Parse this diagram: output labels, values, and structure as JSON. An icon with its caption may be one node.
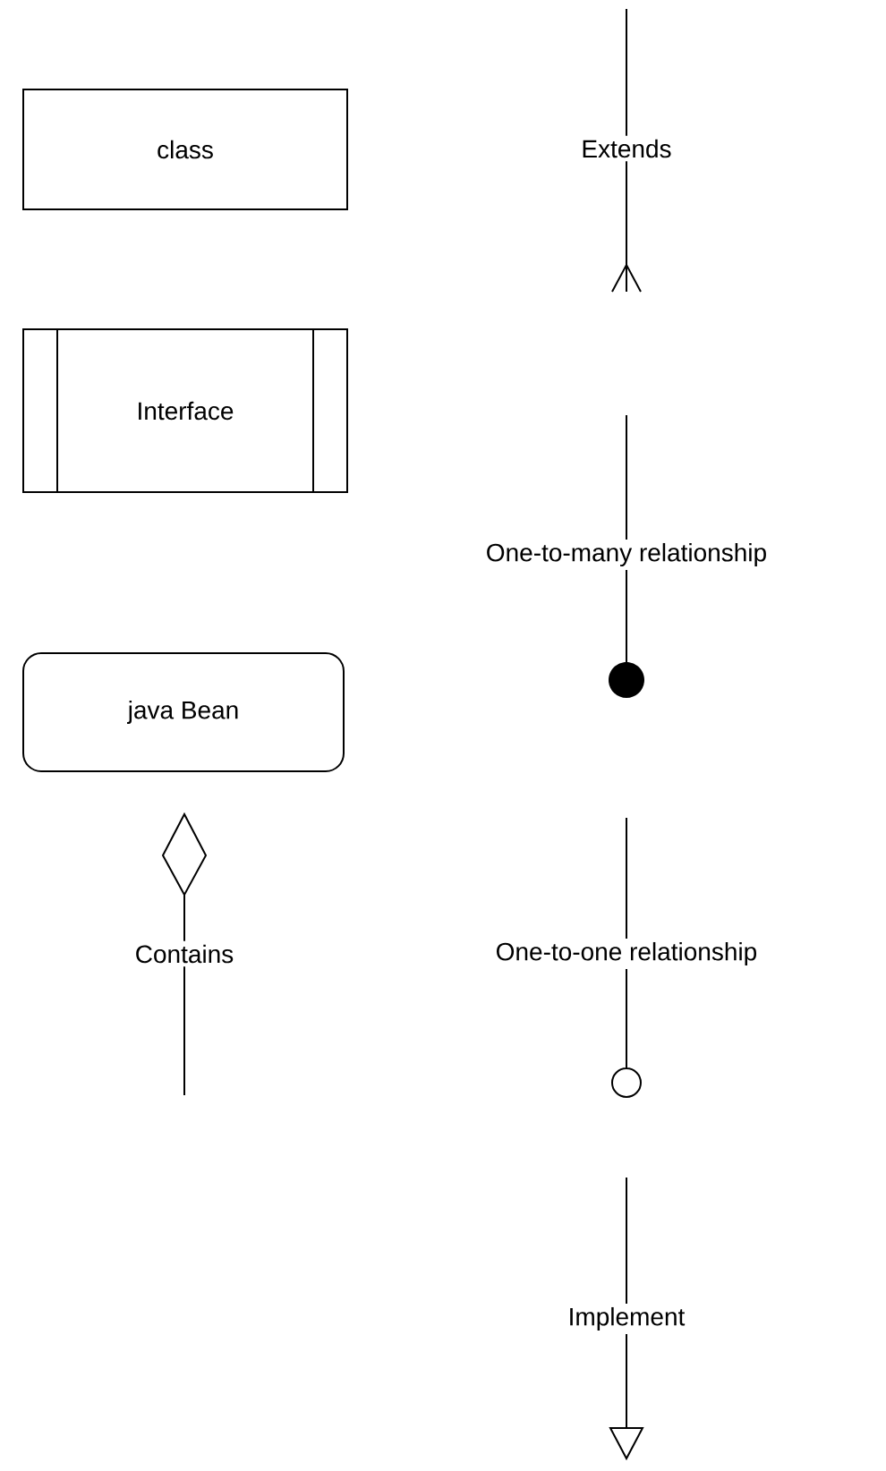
{
  "diagram": {
    "nodes": [
      {
        "text": [
          "class"
        ]
      },
      {
        "text": [
          "Interface"
        ]
      },
      {
        "text": [
          "java Bean"
        ]
      }
    ],
    "legend": [
      {
        "text": "Extends"
      },
      {
        "text": "One-to-many relationship"
      },
      {
        "text": "Contains"
      },
      {
        "text": "One-to-one relationship"
      },
      {
        "text": "Implement"
      }
    ]
  }
}
